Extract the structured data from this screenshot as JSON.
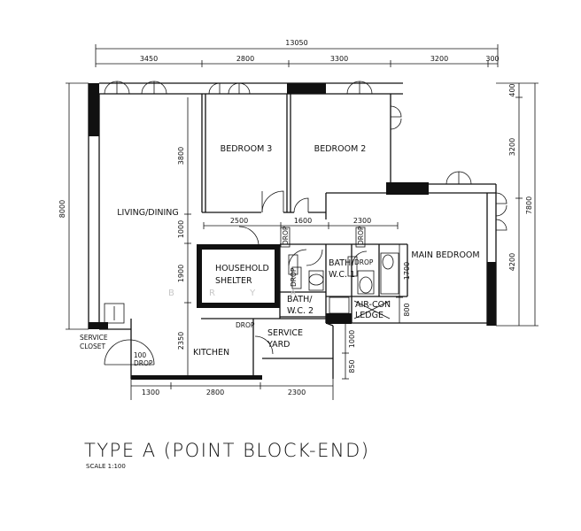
{
  "title": "TYPE A (POINT BLOCK-END)",
  "scale": "SCALE  1:100",
  "watermark": "B R Y A",
  "dimensions": {
    "top_total": "13050",
    "top_segments": [
      "3450",
      "2800",
      "3300",
      "3200",
      "300"
    ],
    "left_total": "8000",
    "inner_left": [
      "3800",
      "1000",
      "1900",
      "2350"
    ],
    "right_outer": "7800",
    "right_inner": [
      "400",
      "3200",
      "4200"
    ],
    "mid_row": [
      "2500",
      "1600",
      "2300"
    ],
    "main_bed_side": [
      "1700",
      "800"
    ],
    "yard_side": [
      "1000",
      "850"
    ],
    "bottom": [
      "1300",
      "2800",
      "2300"
    ],
    "closet_small": "100"
  },
  "rooms": {
    "living": "LIVING/DINING",
    "bed3": "BEDROOM 3",
    "bed2": "BEDROOM 2",
    "main": "MAIN BEDROOM",
    "shelter_1": "HOUSEHOLD",
    "shelter_2": "SHELTER",
    "bath1_1": "BATH/",
    "bath1_2": "W.C. 1",
    "bath2_1": "BATH/",
    "bath2_2": "W.C. 2",
    "aircon_1": "AIR-CON",
    "aircon_2": "LEDGE",
    "service_1": "SERVICE",
    "service_2": "YARD",
    "kitchen": "KITCHEN",
    "closet_1": "SERVICE",
    "closet_2": "CLOSET"
  },
  "labels": {
    "drop": "DROP"
  }
}
